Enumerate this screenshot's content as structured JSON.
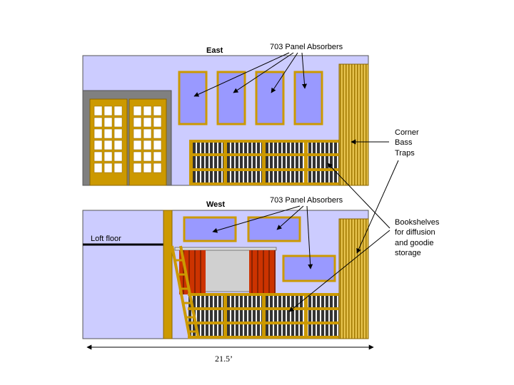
{
  "east": {
    "title": "East",
    "panel_label": "703 Panel Absorbers",
    "bass_trap_label": [
      "Corner",
      "Bass",
      "Traps"
    ]
  },
  "west": {
    "title": "West",
    "panel_label": "703 Panel Absorbers",
    "loft_label": "Loft floor"
  },
  "bookshelf_label": [
    "Bookshelves",
    "for diffusion",
    "and goodie",
    "storage"
  ],
  "dimension_label": "21.5’",
  "colors": {
    "wall": "#ccccff",
    "panel": "#9999ff",
    "wood": "#cc9900",
    "book_dark": "#333333",
    "curtain": "#cc3300",
    "door_frame": "#808080"
  }
}
